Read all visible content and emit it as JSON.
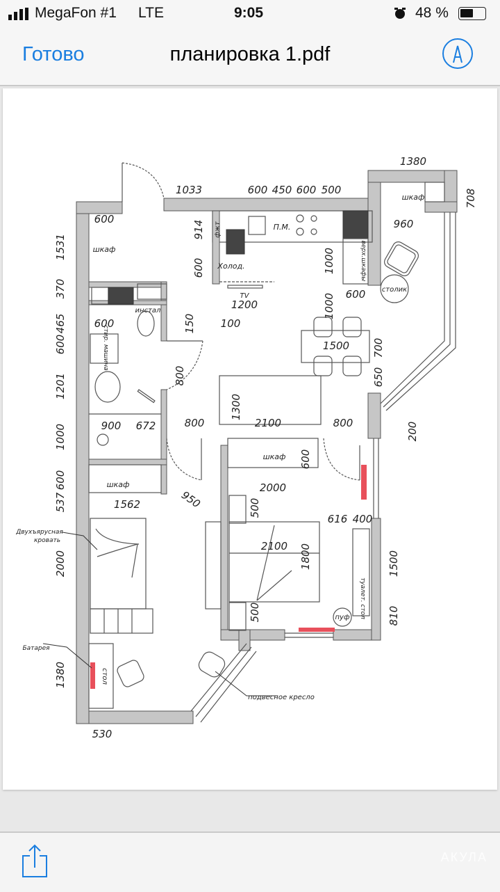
{
  "status_bar": {
    "carrier": "MegaFon #1",
    "network": "LTE",
    "time": "9:05",
    "battery": "48 %",
    "battery_level": 0.48,
    "icons": [
      "signal-icon",
      "alarm-icon",
      "battery-icon"
    ]
  },
  "nav": {
    "done_label": "Готово",
    "title": "планировка 1.pdf",
    "markup_icon": "markup-pen-icon"
  },
  "toolbar": {
    "share_icon": "share-icon",
    "watermark": "АКУЛА"
  },
  "colors": {
    "accent": "#1a7ee0",
    "radiator": "#e8505b",
    "wall": "#c6c6c6"
  },
  "plan": {
    "dimensions": [
      "1033",
      "600",
      "450",
      "600",
      "500",
      "1380",
      "708",
      "960",
      "600",
      "1531",
      "914",
      "600",
      "1000",
      "600",
      "370",
      "1200",
      "100",
      "150",
      "465",
      "600",
      "1000",
      "600",
      "1500",
      "700",
      "800",
      "650",
      "1201",
      "1300",
      "900",
      "672",
      "800",
      "2100",
      "800",
      "200",
      "1000",
      "600",
      "600",
      "2000",
      "537",
      "1562",
      "950",
      "500",
      "616",
      "400",
      "2100",
      "1800",
      "2000",
      "1500",
      "500",
      "810",
      "1380",
      "530"
    ],
    "labels": {
      "wardrobe_entry": "шкаф",
      "oven": "фжт",
      "dishwasher": "П.М.",
      "fridge": "Холод.",
      "tv": "TV",
      "installation": "инстал",
      "washer": "стир. машина",
      "wardrobe_kitchen": "шкаф",
      "upper_cabinets": "верх.шкафы",
      "coffee_table": "столик",
      "wardrobe_bedroom": "шкаф",
      "wardrobe_kids": "шкаф",
      "bunk_bed_1": "Двухъярусная",
      "bunk_bed_2": "кровать",
      "radiator": "Батарея",
      "desk": "стол",
      "pouf": "пуф",
      "vanity": "туалет. стол",
      "hanging_chair": "подвесное кресло"
    }
  }
}
